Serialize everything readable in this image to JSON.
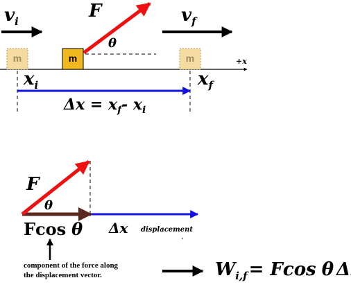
{
  "colors": {
    "force": "#ee1111",
    "displacement": "#1111dd",
    "component": "#5a2a1e",
    "block": "#f2b81f",
    "ghost_block": "#f4dca0",
    "ghost_text": "#a08a60",
    "black": "#000000"
  },
  "top_diagram": {
    "v_initial": {
      "base": "v",
      "sub": "i"
    },
    "v_final": {
      "base": "v",
      "sub": "f"
    },
    "force": "F",
    "angle": "θ",
    "block_label": "m",
    "axis_label": "+x",
    "x_initial": {
      "base": "x",
      "sub": "i"
    },
    "x_final": {
      "base": "x",
      "sub": "f"
    },
    "delta_equation": {
      "lhs": "Δx = ",
      "t1": "x",
      "t1_sub": "f",
      "minus": "- ",
      "t2": "x",
      "t2_sub": "i"
    }
  },
  "bottom_diagram": {
    "force": "F",
    "angle": "θ",
    "component_label": "Fcos",
    "component_angle": "θ",
    "delta_label": "Δx",
    "delta_note": "displacement",
    "note_line1": "component of the force along",
    "note_line2": "the displacement vector.",
    "work_equation": {
      "W": "W",
      "W_sub": "i,f",
      "eq": "= Fcos",
      "theta": "θ",
      "dx": "Δx"
    }
  }
}
